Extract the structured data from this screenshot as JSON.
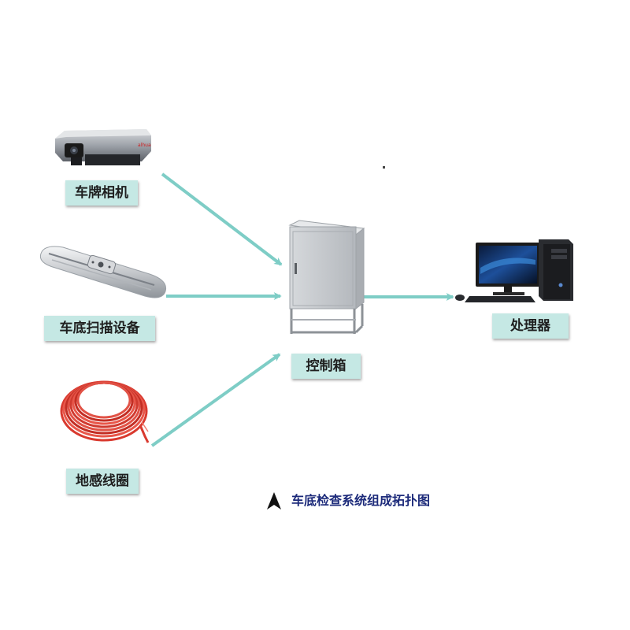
{
  "nodes": {
    "camera": {
      "label": "车牌相机"
    },
    "scanner": {
      "label": "车底扫描设备"
    },
    "coil": {
      "label": "地感线圈"
    },
    "cabinet": {
      "label": "控制箱"
    },
    "processor": {
      "label": "处理器"
    }
  },
  "caption": {
    "text": "车底检查系统组成拓扑图"
  },
  "colors": {
    "arrow": "#7ecdc6",
    "label_bg": "#c5e8e4",
    "caption": "#1c2a7a",
    "coil": "#d93a2f",
    "cabinet": "#c9ccd0"
  },
  "edges": [
    {
      "from": "camera",
      "to": "cabinet"
    },
    {
      "from": "scanner",
      "to": "cabinet"
    },
    {
      "from": "coil",
      "to": "cabinet"
    },
    {
      "from": "cabinet",
      "to": "processor"
    }
  ]
}
